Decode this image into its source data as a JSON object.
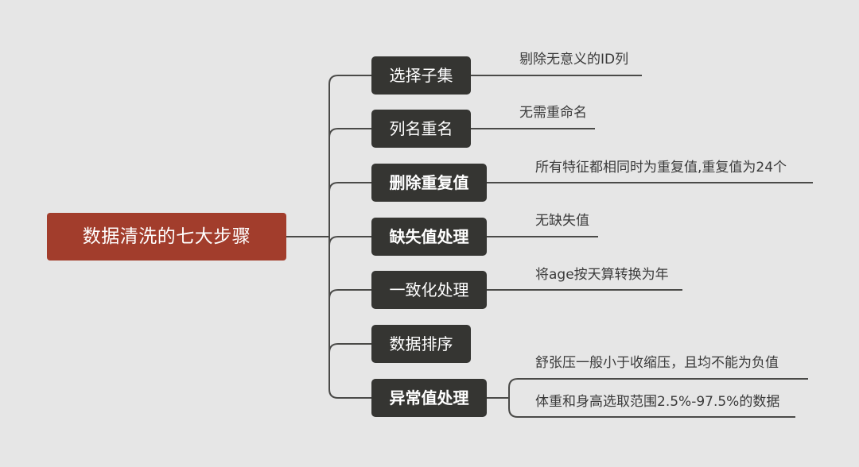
{
  "root": {
    "label": "数据清洗的七大步骤",
    "color": "#a23d2c"
  },
  "steps": [
    {
      "label": "选择子集",
      "bold": false,
      "notes": [
        "剔除无意义的ID列"
      ]
    },
    {
      "label": "列名重名",
      "bold": false,
      "notes": [
        "无需重命名"
      ]
    },
    {
      "label": "删除重复值",
      "bold": true,
      "notes": [
        "所有特征都相同时为重复值,重复值为24个"
      ]
    },
    {
      "label": "缺失值处理",
      "bold": true,
      "notes": [
        "无缺失值"
      ]
    },
    {
      "label": "一致化处理",
      "bold": false,
      "notes": [
        "将age按天算转换为年"
      ]
    },
    {
      "label": "数据排序",
      "bold": false,
      "notes": []
    },
    {
      "label": "异常值处理",
      "bold": true,
      "notes": [
        "舒张压一般小于收缩压，且均不能为负值",
        "体重和身高选取范围2.5%-97.5%的数据"
      ]
    }
  ],
  "colors": {
    "background": "#e6e6e6",
    "node": "#353532",
    "line": "#4a4a48"
  }
}
